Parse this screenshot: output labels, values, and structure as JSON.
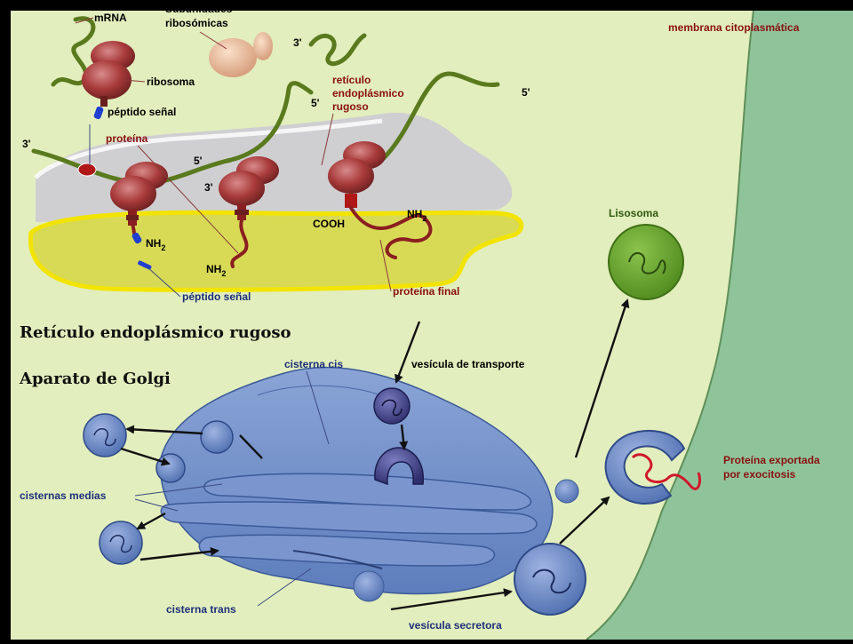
{
  "labels": {
    "mrna": "mRNA",
    "subunits": [
      "Subunidades",
      "ribosómicas"
    ],
    "ribosome": "ribosoma",
    "signal_peptide_top": "péptido señal",
    "protein": "proteína",
    "rer": [
      "retículo",
      "endoplásmico",
      "rugoso"
    ],
    "membrane": "membrana citoplasmática",
    "three_prime": "3'",
    "five_prime": "5'",
    "nh2": "NH",
    "nh2_sub": "2",
    "cooh": "COOH",
    "signal_peptide_bottom": "péptido señal",
    "final_protein": "proteína final",
    "lysosome": "Lisosoma",
    "transport_vesicle": "vesícula de transporte",
    "cis_cistern": "cisterna cis",
    "medial_cisterns": "cisternas medias",
    "trans_cistern": "cisterna trans",
    "secretory_vesicle": "vesícula secretora",
    "exported_protein": [
      "Proteína exportada",
      "por exocitosis"
    ]
  },
  "sections": {
    "rer_title": "Retículo endoplásmico rugoso",
    "golgi_title": "Aparato de Golgi"
  },
  "colors": {
    "cytoplasm": "#e2eebd",
    "outside": "#8fc49a",
    "er_lumen": "#d8da56",
    "er_border": "#f2e400",
    "ribosome": "#a83a3a",
    "golgi": "#6f8fc8",
    "mrna": "#5a7a1e",
    "lysosome": "#6aa42e",
    "label_blue": "#1d2f7a",
    "label_red": "#8a1010"
  }
}
